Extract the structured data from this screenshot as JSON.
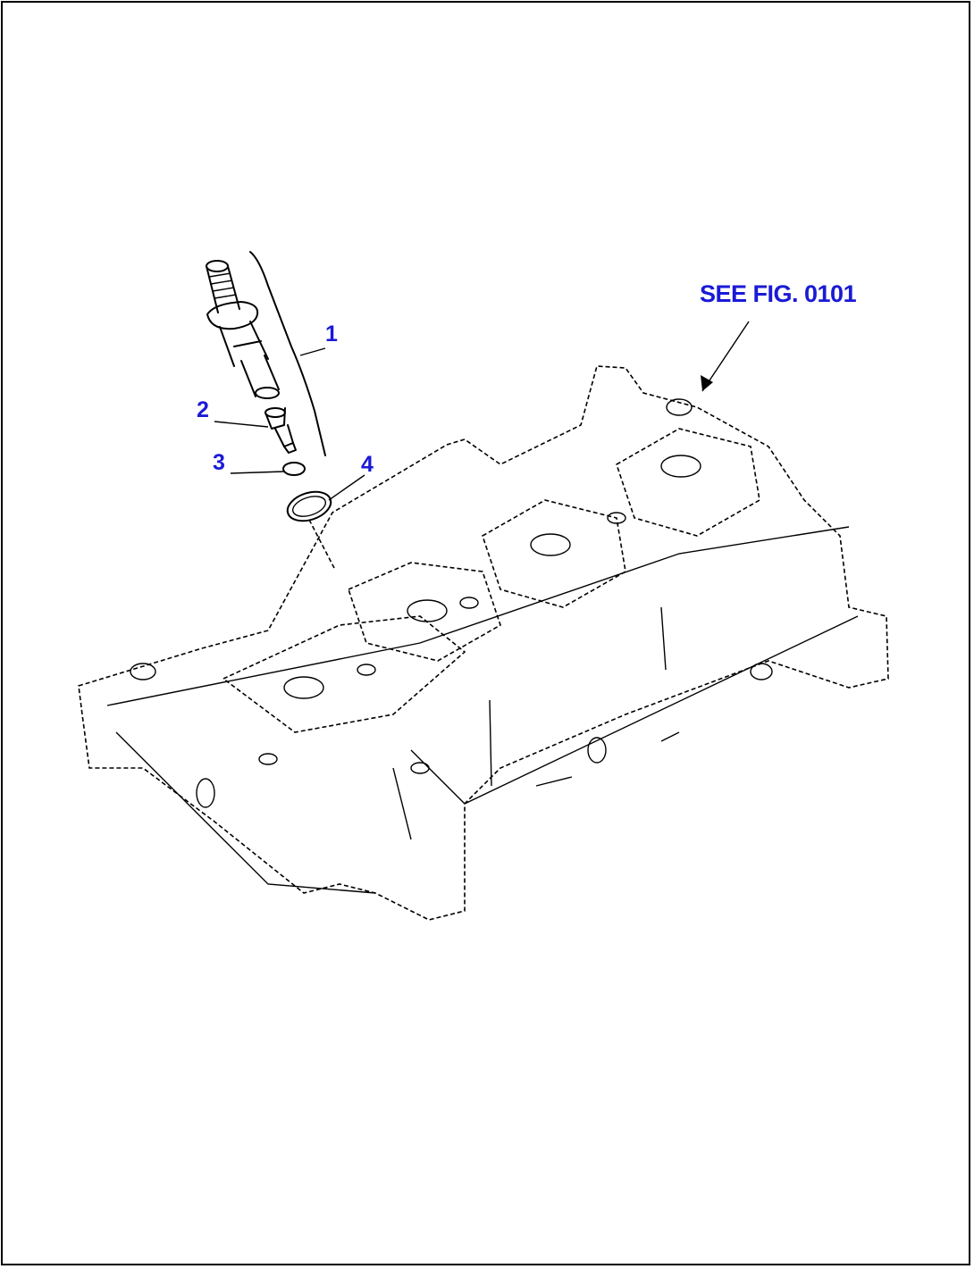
{
  "callouts": [
    {
      "id": "1",
      "label": "1"
    },
    {
      "id": "2",
      "label": "2"
    },
    {
      "id": "3",
      "label": "3"
    },
    {
      "id": "4",
      "label": "4"
    }
  ],
  "reference": {
    "label": "SEE FIG. 0101"
  },
  "colors": {
    "callout_text": "#1a1ad6",
    "line": "#000000",
    "background": "#ffffff"
  }
}
